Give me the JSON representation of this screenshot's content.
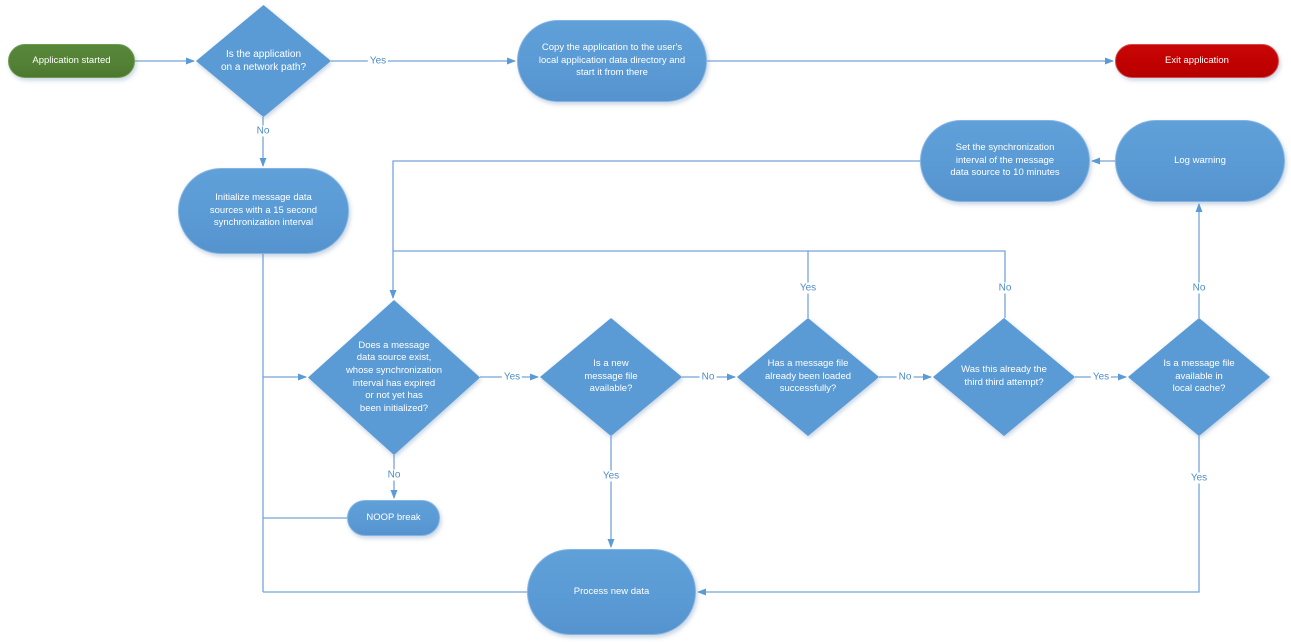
{
  "canvas": {
    "background": "#ffffff"
  },
  "palette": {
    "process_blue": "#5B9BD5",
    "start_green": "#538135",
    "exit_red": "#C00000",
    "connector_blue": "#77A5D8",
    "edge_label_blue": "#4E8CC9",
    "node_text": "#FFFFFF"
  },
  "nodes": {
    "start": {
      "type": "start-terminator",
      "label": "Application started"
    },
    "q_network": {
      "type": "decision",
      "label": "Is the application\non a network path?"
    },
    "copy_app": {
      "type": "process",
      "label": "Copy the application to the user's\nlocal application data directory and\nstart it from there"
    },
    "exit_app": {
      "type": "end-terminator",
      "label": "Exit application"
    },
    "init_sources": {
      "type": "process",
      "label": "Initialize message data\nsources with a 15 second\nsynchronization interval"
    },
    "set_interval": {
      "type": "process",
      "label": "Set the synchronization\ninterval of the message\ndata source to 10 minutes"
    },
    "log_warning": {
      "type": "process",
      "label": "Log warning"
    },
    "q_source_exists": {
      "type": "decision",
      "label": "Does a message\ndata source exist,\nwhose synchronization\ninterval has expired\nor not yet has\nbeen initialized?"
    },
    "q_new_file": {
      "type": "decision",
      "label": "Is a new\nmessage file\navailable?"
    },
    "q_already_loaded": {
      "type": "decision",
      "label": "Has a message file\nalready been loaded\nsuccessfully?"
    },
    "q_third_attempt": {
      "type": "decision",
      "label": "Was this already the\nthird third attempt?"
    },
    "q_local_cache": {
      "type": "decision",
      "label": "Is a message file\navailable in\nlocal cache?"
    },
    "noop_break": {
      "type": "process",
      "label": "NOOP break"
    },
    "process_data": {
      "type": "process",
      "label": "Process new data"
    }
  },
  "edge_labels": {
    "network_yes": "Yes",
    "network_no": "No",
    "source_yes": "Yes",
    "source_no": "No",
    "new_file_no": "No",
    "new_file_yes": "Yes",
    "loaded_yes": "Yes",
    "loaded_no": "No",
    "third_yes": "Yes",
    "third_no": "No",
    "cache_no": "No",
    "cache_yes": "Yes"
  }
}
